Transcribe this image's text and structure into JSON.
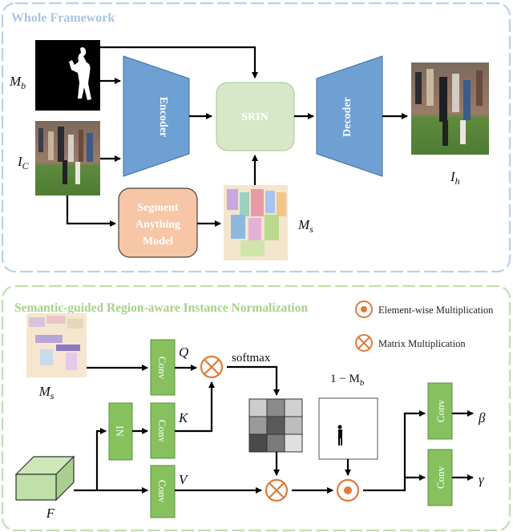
{
  "top_panel": {
    "title": "Whole Framework",
    "blocks": {
      "encoder": "Encoder",
      "srin": "SRIN",
      "decoder": "Decoder",
      "sam_line1": "Segment",
      "sam_line2": "Anything",
      "sam_line3": "Model"
    },
    "labels": {
      "mb": "M",
      "mb_sub": "b",
      "ic": "I",
      "ic_sub": "C",
      "ms": "M",
      "ms_sub": "s",
      "ih": "I",
      "ih_sub": "h"
    }
  },
  "bottom_panel": {
    "title": "Semantic-guided Region-aware Instance Normalization",
    "legend": {
      "elementwise": "Element-wise Multiplication",
      "matrix": "Matrix Multiplication"
    },
    "blocks": {
      "conv": "Conv",
      "in": "IN"
    },
    "labels": {
      "q": "Q",
      "k": "K",
      "v": "V",
      "softmax": "softmax",
      "one_minus": "1 − M",
      "one_minus_sub": "b",
      "ms": "M",
      "ms_sub": "s",
      "f": "F",
      "beta": "β",
      "gamma": "γ"
    }
  },
  "colors": {
    "panel1_border": "#bcd0e8",
    "panel2_border": "#bfe0ac",
    "encoder_fill": "#6fa0d4",
    "srin_fill": "#d7e8c8",
    "sam_fill": "#f7c6a6",
    "conv_fill": "#86c15e",
    "op_orange": "#e07a3b"
  }
}
